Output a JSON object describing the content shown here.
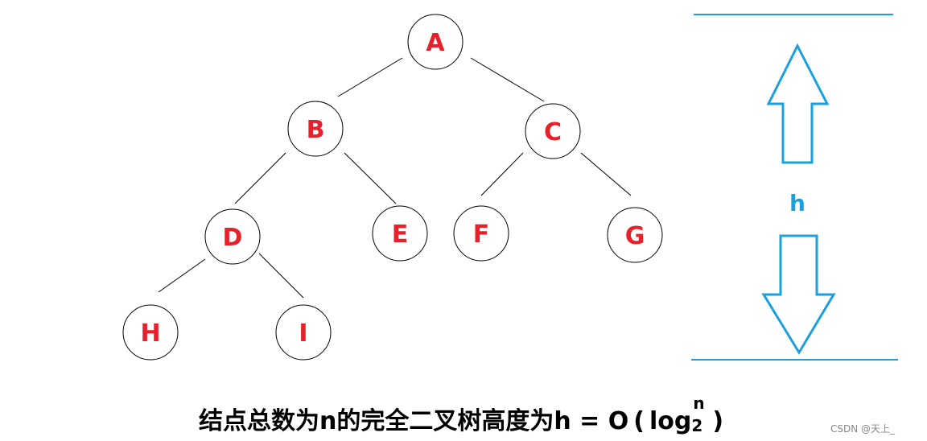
{
  "tree": {
    "nodes": [
      "A",
      "B",
      "C",
      "D",
      "E",
      "F",
      "G",
      "H",
      "I"
    ],
    "edges": [
      [
        "A",
        "B"
      ],
      [
        "A",
        "C"
      ],
      [
        "B",
        "D"
      ],
      [
        "B",
        "E"
      ],
      [
        "C",
        "F"
      ],
      [
        "C",
        "G"
      ],
      [
        "D",
        "H"
      ],
      [
        "D",
        "I"
      ]
    ]
  },
  "height_label": "h",
  "caption": {
    "text": "结点总数为n的完全二叉树高度为h = O",
    "open_paren": "(",
    "log_text": "log",
    "sup": "n",
    "sub": "2",
    "close_paren": ")"
  },
  "watermark": "CSDN @天上_",
  "colors": {
    "node_label": "#e8202a",
    "arrow": "#1aa0dc",
    "edge": "#000000"
  }
}
